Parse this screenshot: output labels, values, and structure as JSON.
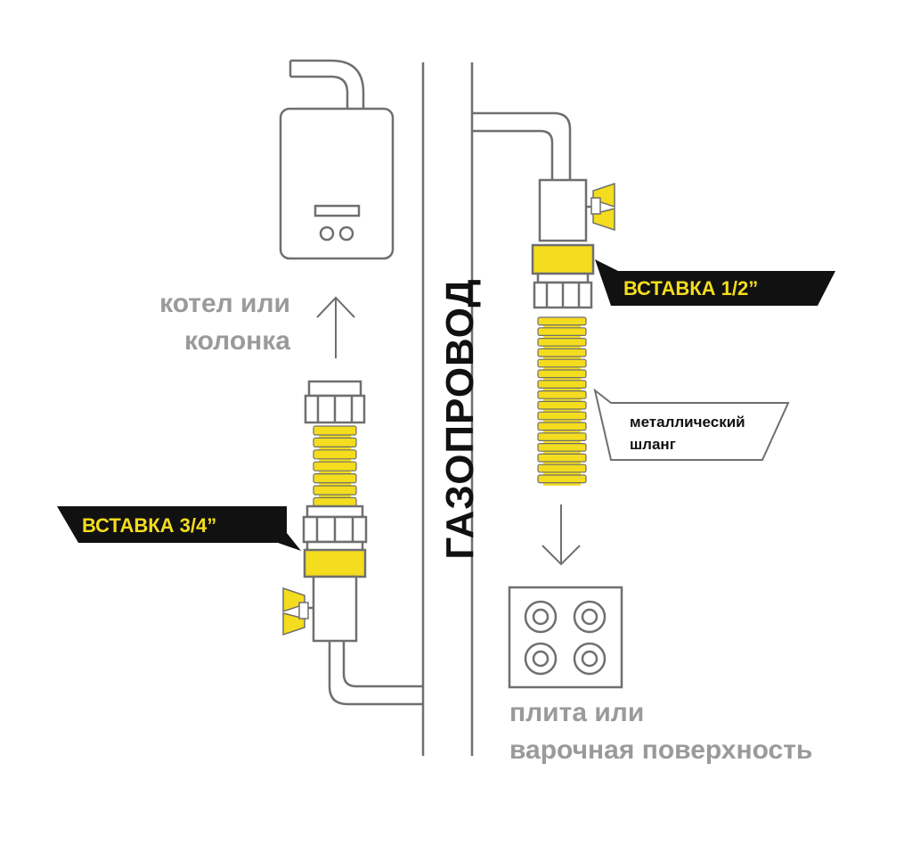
{
  "colors": {
    "accent_yellow": "#f4dc1e",
    "line_grey": "#6f6f6f",
    "label_grey": "#9a9a9a",
    "tag_black": "#111111"
  },
  "labels": {
    "boiler_line1": "котел или",
    "boiler_line2": "колонка",
    "gas_pipe": "ГАЗОПРОВОД",
    "insert_3_4": "ВСТАВКА 3/4”",
    "insert_1_2": "ВСТАВКА 1/2”",
    "hose_line1": "металлический",
    "hose_line2": "шланг",
    "stove_line1": "плита или",
    "stove_line2": "варочная поверхность"
  },
  "icons": {
    "boiler": "boiler-icon",
    "stove": "stove-icon",
    "valve": "butterfly-valve-icon",
    "arrow_up": "arrow-up-icon",
    "arrow_down": "arrow-down-icon"
  }
}
